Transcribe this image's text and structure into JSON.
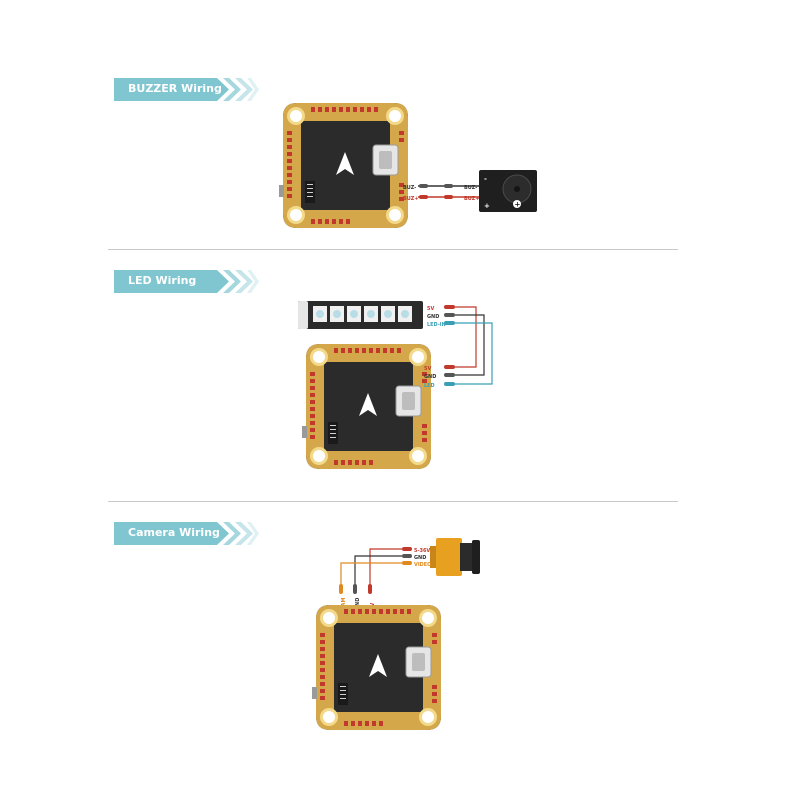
{
  "sections": [
    {
      "title": "BUZZER Wiring"
    },
    {
      "title": "LED Wiring"
    },
    {
      "title": "Camera Wiring"
    }
  ],
  "buzzer": {
    "board_pads": [
      "BUZ-",
      "BUZ+"
    ],
    "module_pads": [
      "BUZ-",
      "BUZ+"
    ],
    "module_signs": [
      "-",
      "+"
    ]
  },
  "led": {
    "strip_pads": [
      "5V",
      "GND",
      "LED-IN"
    ],
    "board_pads": [
      "5V",
      "GND",
      "LED"
    ],
    "led_count": 6
  },
  "camera": {
    "camera_pads": [
      "5-36V",
      "GND",
      "VIDEO"
    ],
    "board_pads": [
      "CAM",
      "GND",
      "5V"
    ]
  },
  "colors": {
    "tag": "#7fc6d0",
    "board": "#2b2b2b",
    "gold": "#d4a84a",
    "red_wire": "#c0392b",
    "black_wire": "#333333",
    "blue_wire": "#3a9fb5",
    "yellow_wire": "#e08a1e",
    "camera_body": "#e8a020"
  }
}
